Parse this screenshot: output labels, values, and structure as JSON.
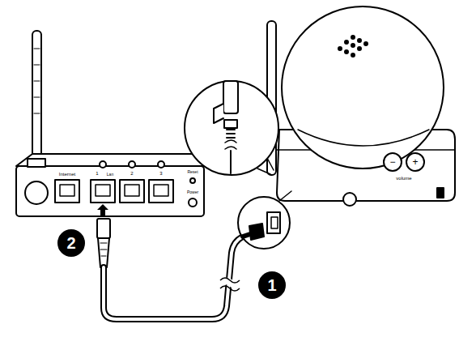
{
  "diagram": {
    "labels": [
      "Internet",
      "1",
      "Lan",
      "2",
      "3",
      "Reset",
      "Power",
      "2",
      "1",
      "−",
      "+",
      "volume"
    ]
  }
}
